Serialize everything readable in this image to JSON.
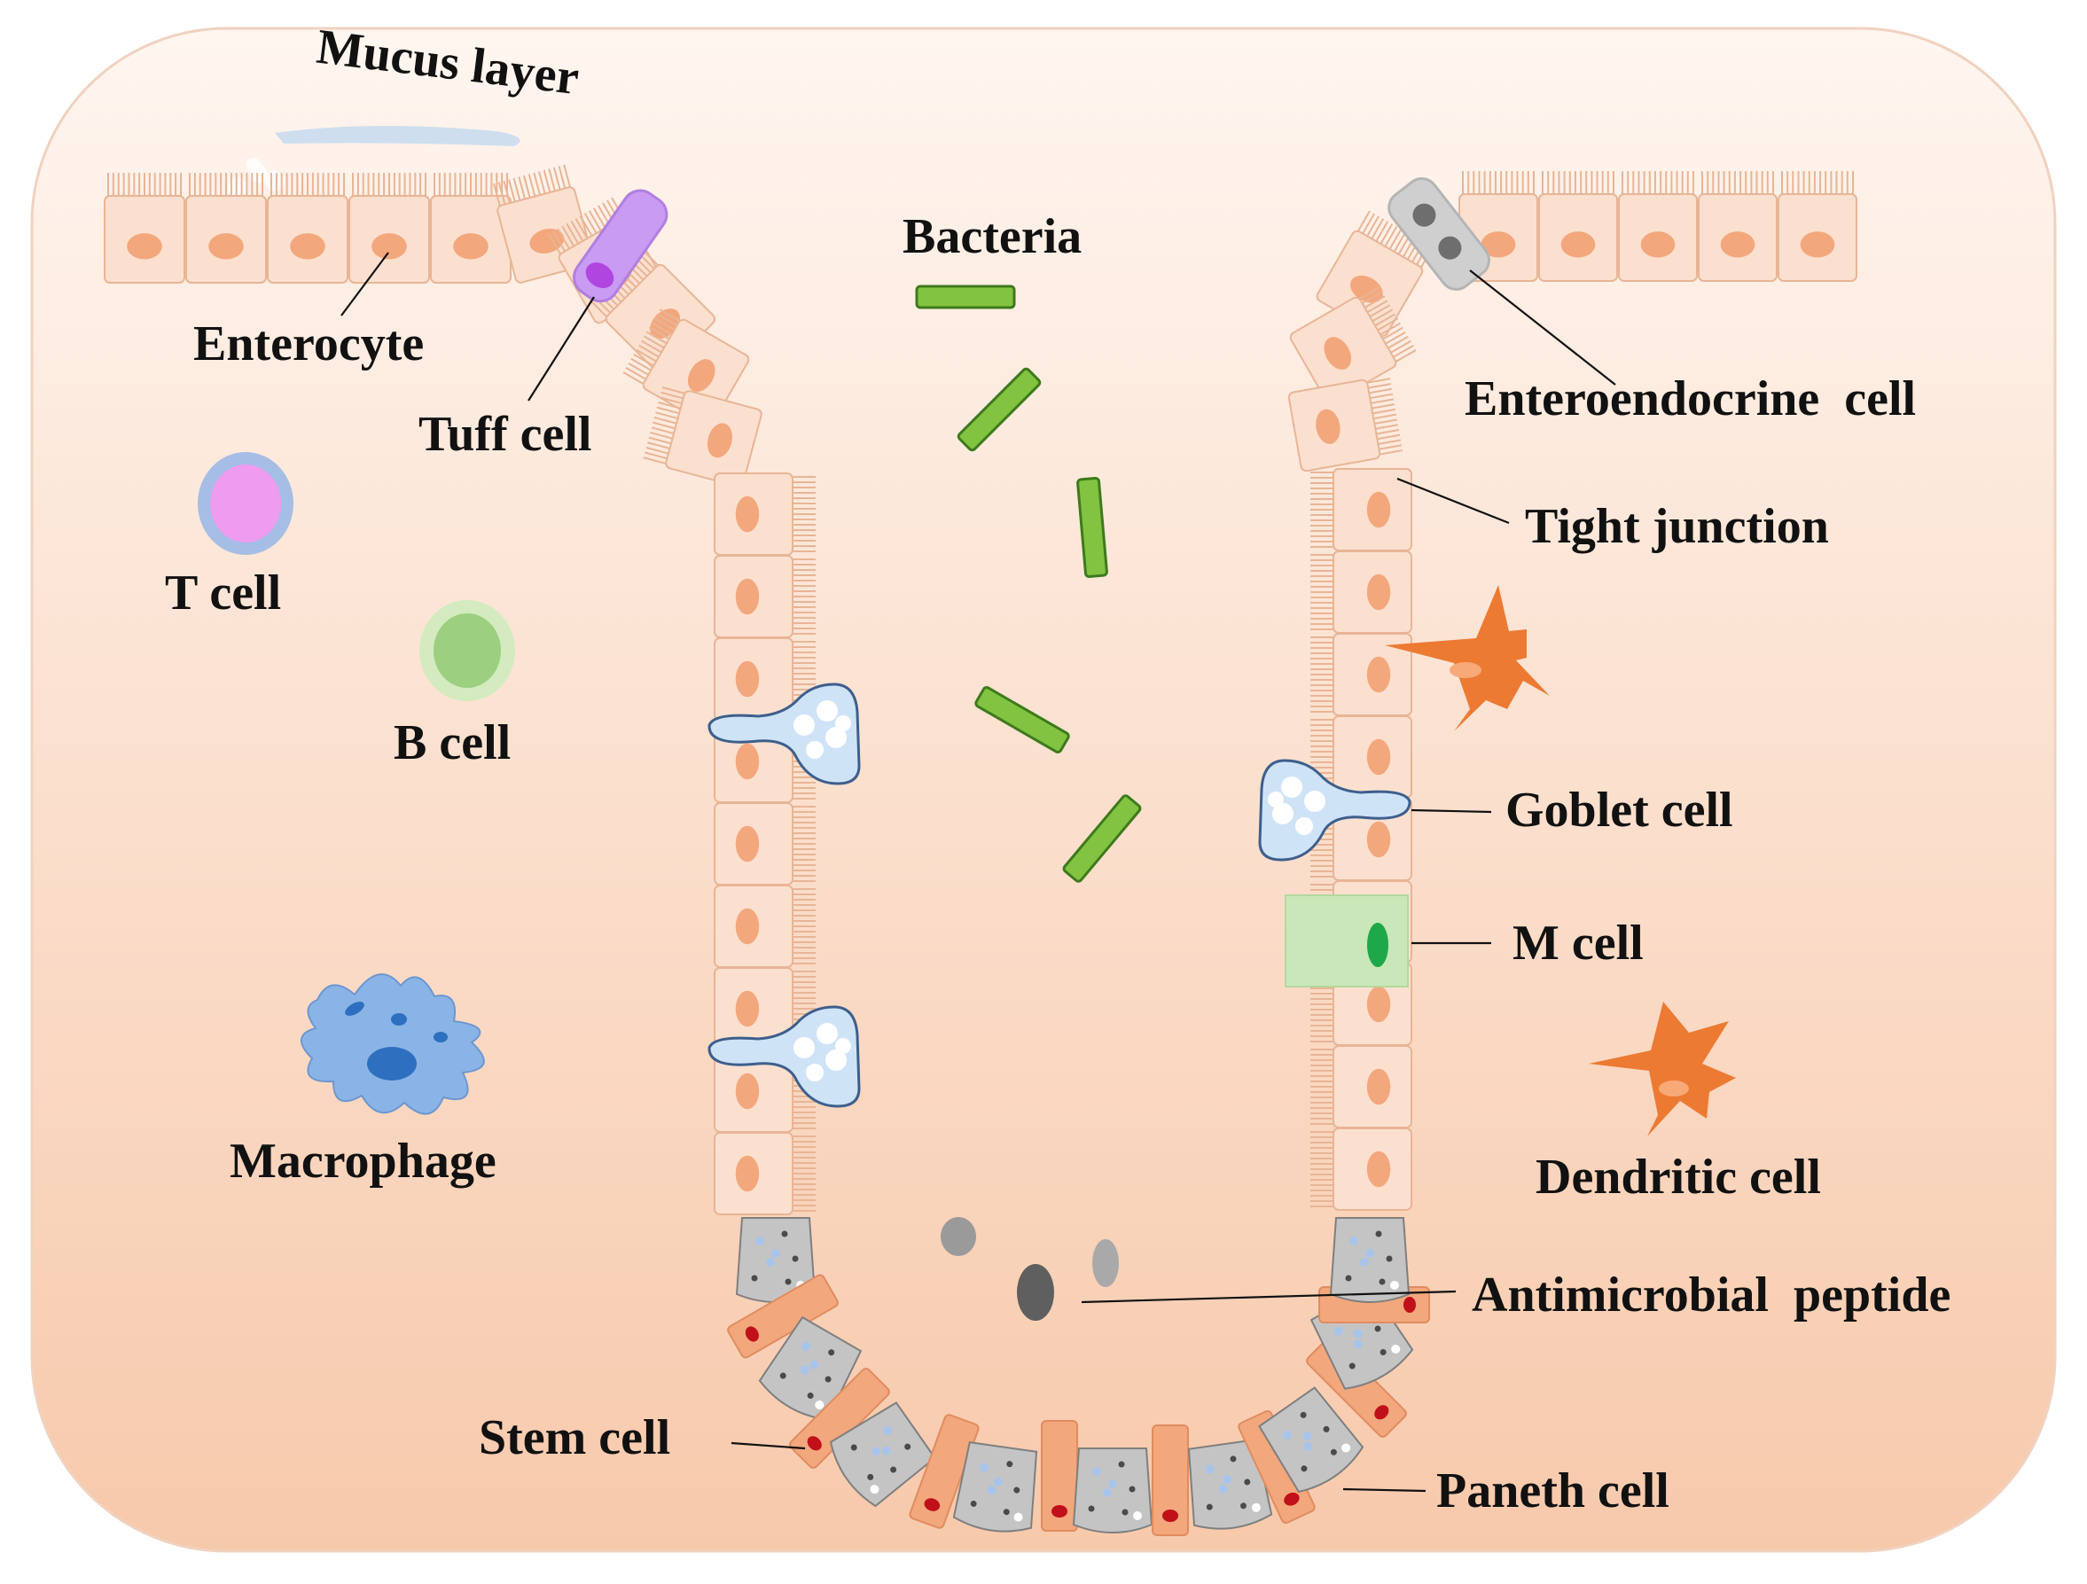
{
  "labels": {
    "mucus_layer": "Mucus layer",
    "enterocyte": "Enterocyte",
    "tuff_cell": "Tuff cell",
    "t_cell": "T cell",
    "b_cell": "B cell",
    "macrophage": "Macrophage",
    "bacteria": "Bacteria",
    "enteroendocrine_cell": "Enteroendocrine  cell",
    "tight_junction": "Tight junction",
    "goblet_cell": "Goblet cell",
    "m_cell": "M cell",
    "dendritic_cell": "Dendritic cell",
    "antimicrobial_peptide": "Antimicrobial  peptide",
    "stem_cell": "Stem cell",
    "paneth_cell": "Paneth cell"
  },
  "colors": {
    "background_top": "#fff6f0",
    "background_bottom": "#f7c9ab",
    "enterocyte_fill": "#fbe0cf",
    "enterocyte_stroke": "#e8b596",
    "enterocyte_nucleus": "#f3a77d",
    "tuft_cell": "#c99bf2",
    "t_cell_outer": "#a6bde6",
    "t_cell_inner": "#ee9bf0",
    "b_cell_outer": "#d3ebbf",
    "b_cell_inner": "#9ccf7f",
    "macrophage": "#8ab4e6",
    "macrophage_nucleus": "#2e6fbf",
    "bacteria": "#82c341",
    "bacteria_stroke": "#3d7a1c",
    "goblet_cell": "#cfe3f7",
    "goblet_stroke": "#3d5f8c",
    "m_cell": "#c9e7b8",
    "m_cell_nucleus": "#1ea84a",
    "dendritic_cell": "#ec7a33",
    "paneth_cell": "#c4c4c4",
    "stem_cell": "#f2a77c",
    "stem_cell_nucleus": "#c0101a",
    "enteroendocrine_cell": "#cfcfcf",
    "antimicrobial_peptide": "#888888",
    "mucus": "#c9dcf0"
  }
}
